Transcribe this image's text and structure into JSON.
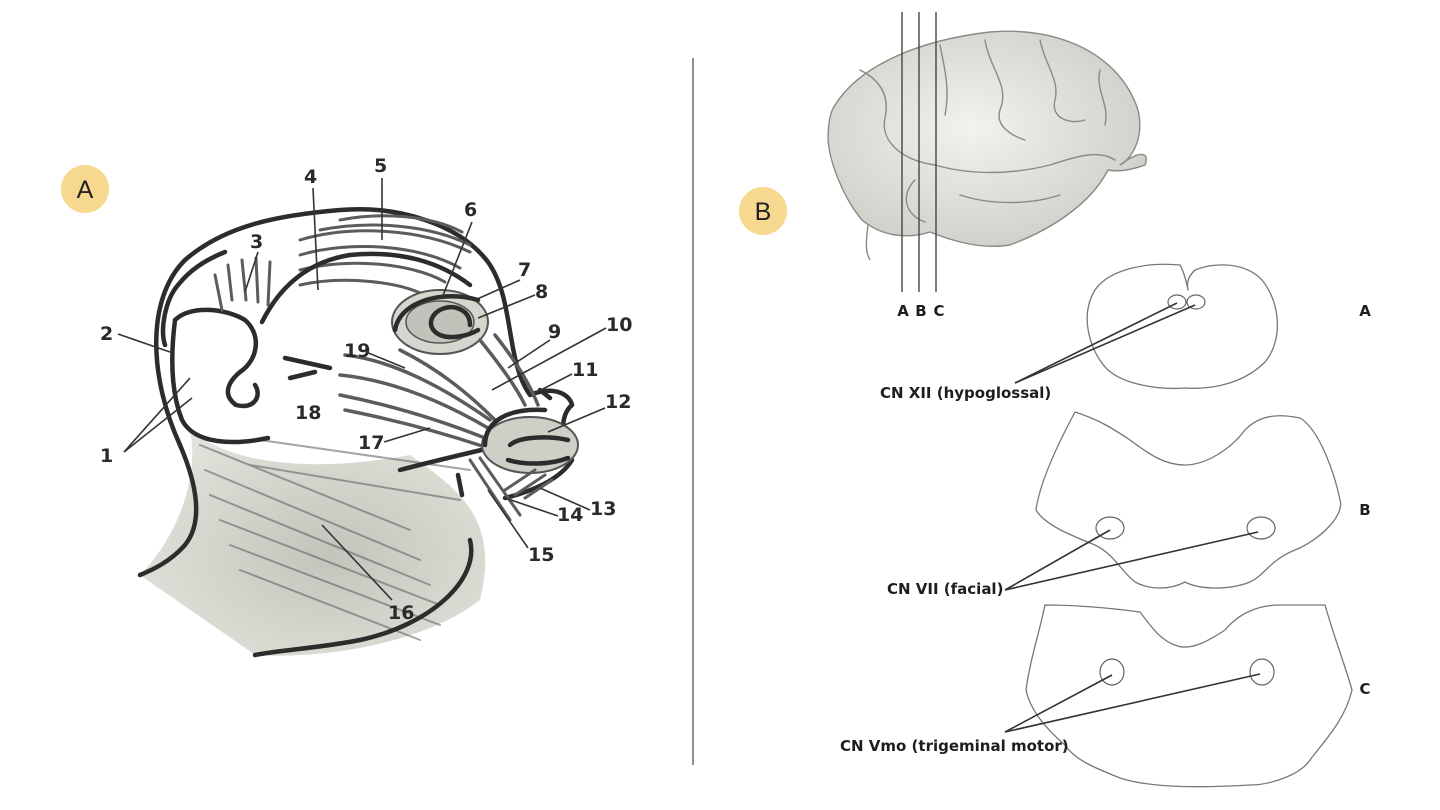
{
  "panels": [
    {
      "id": "A",
      "badge": "A",
      "badge_color": "#f6d98e"
    },
    {
      "id": "B",
      "badge": "B",
      "badge_color": "#f6d98e"
    }
  ],
  "panel_a": {
    "labels": [
      "1",
      "2",
      "3",
      "4",
      "5",
      "6",
      "7",
      "8",
      "9",
      "10",
      "11",
      "12",
      "13",
      "14",
      "15",
      "16",
      "17",
      "18",
      "19"
    ]
  },
  "panel_b": {
    "cut_labels": [
      "A",
      "B",
      "C"
    ],
    "section_labels": [
      "A",
      "B",
      "C"
    ],
    "nerves": [
      {
        "name": "CN XII (hypoglossal)"
      },
      {
        "name": "CN VII (facial)"
      },
      {
        "name": "CN Vmo (trigeminal motor)"
      }
    ]
  },
  "colors": {
    "badge": "#f6d98e",
    "outline": "#2c2c2c",
    "shading": "#9a9a92",
    "divider": "#555555"
  }
}
